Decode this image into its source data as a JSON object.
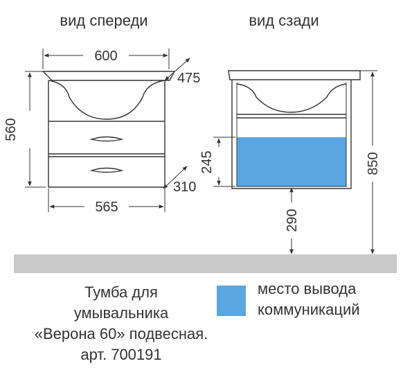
{
  "views": {
    "front_title": "вид спереди",
    "back_title": "вид сзади"
  },
  "dimensions": {
    "top_width": "600",
    "top_depth": "475",
    "height": "560",
    "body_width": "565",
    "body_depth": "310",
    "pipe_zone_height": "245",
    "floor_to_zone": "290",
    "floor_to_top": "850"
  },
  "caption": {
    "line1": "Тумба для",
    "line2": "умывальника",
    "line3": "«Верона 60» подвесная.",
    "line4": "арт. 700191"
  },
  "legend": {
    "line1": "место вывода",
    "line2": "коммуникаций"
  },
  "colors": {
    "outline": "#333333",
    "floor": "#c9c9c9",
    "zone": "#5aa6e0"
  }
}
